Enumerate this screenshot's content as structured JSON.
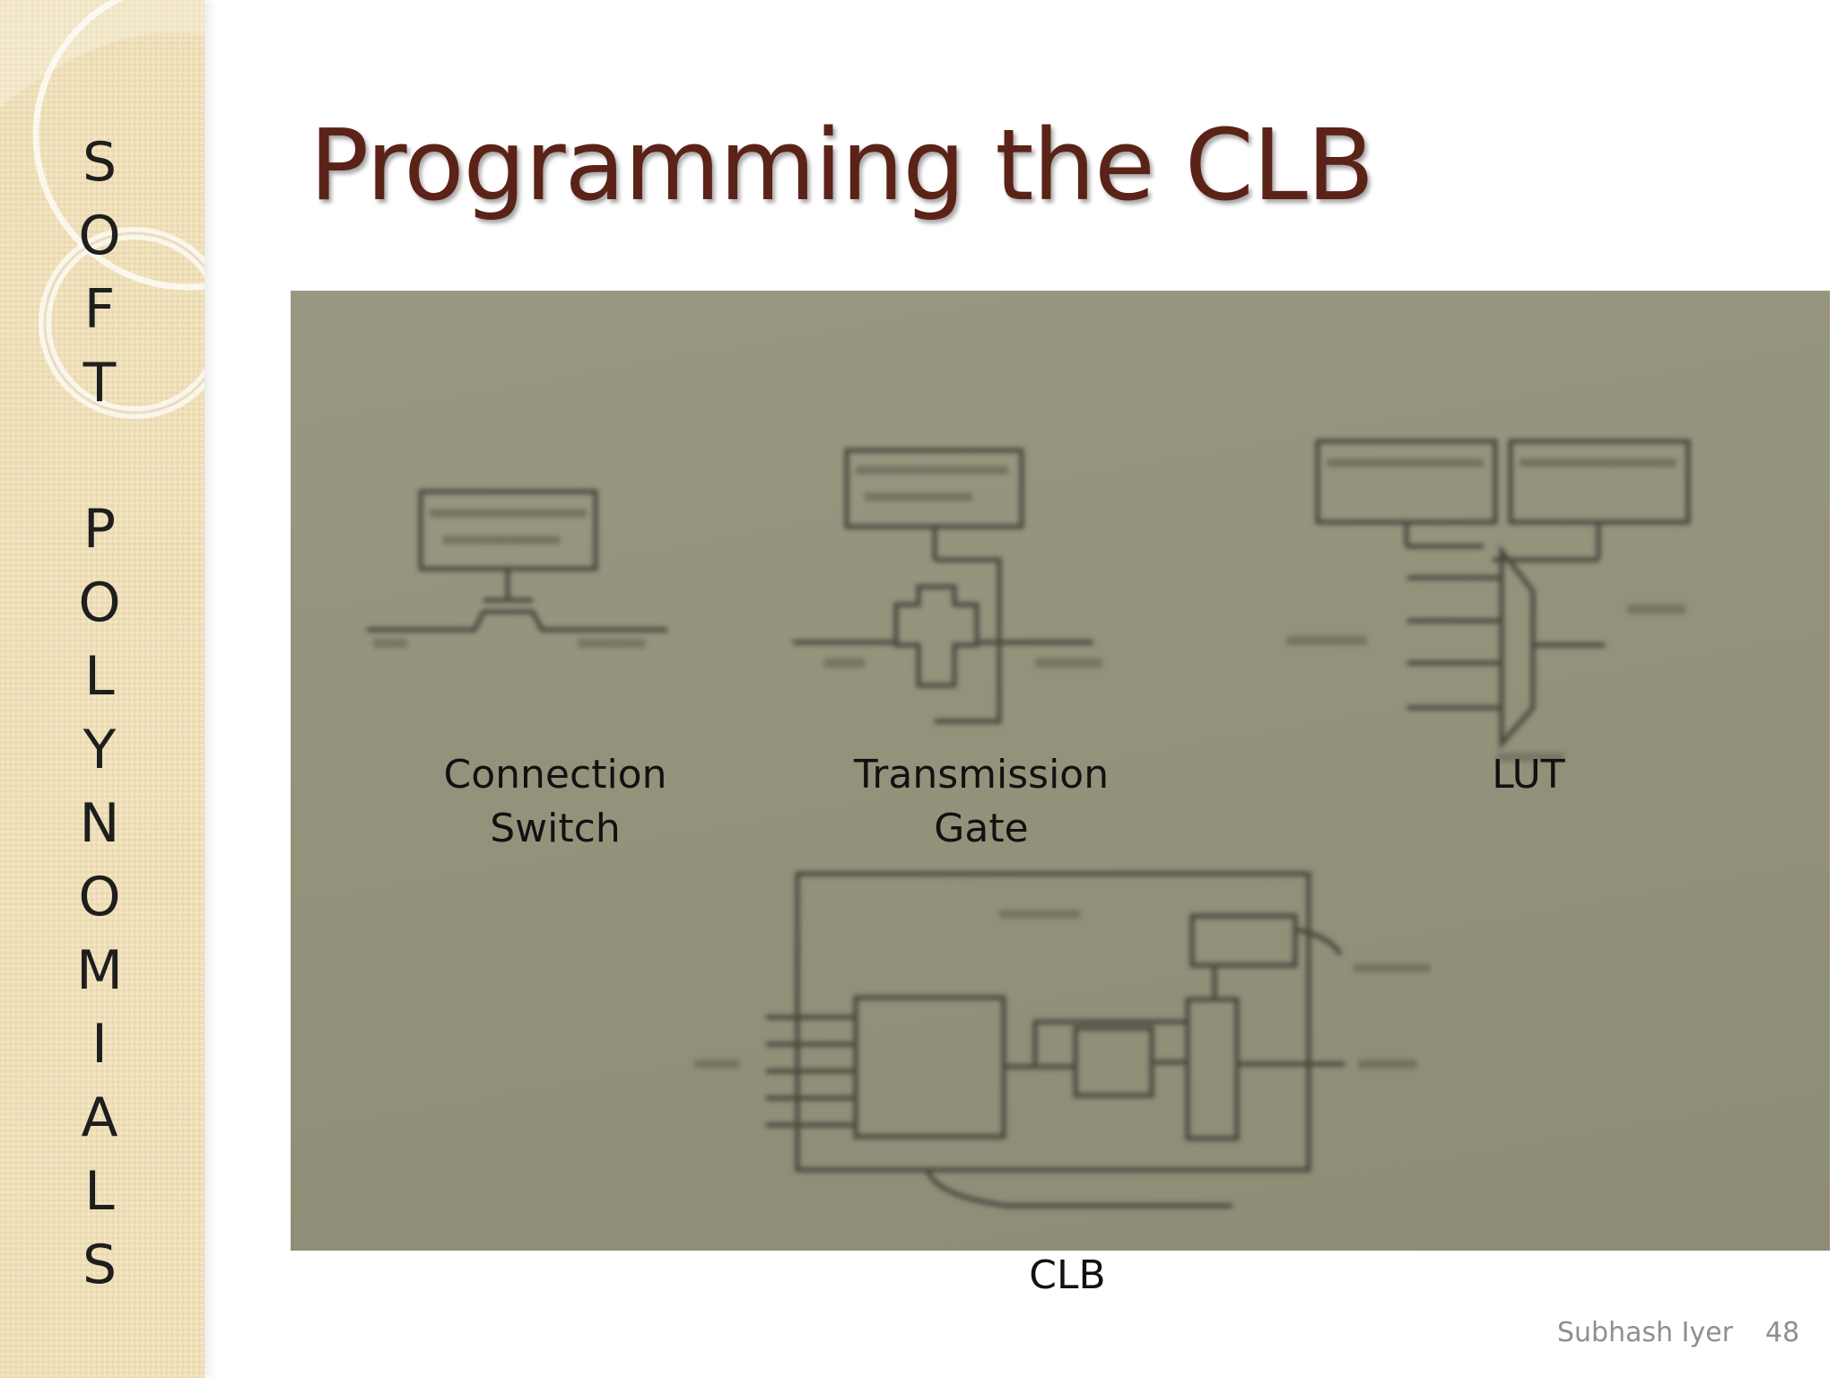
{
  "title": "Programming the CLB",
  "sidebar": {
    "letters": [
      "S",
      "O",
      "F",
      "T",
      "P",
      "O",
      "L",
      "Y",
      "N",
      "O",
      "M",
      "I",
      "A",
      "L",
      "S"
    ]
  },
  "captions": {
    "connection_switch": [
      "Connection",
      "Switch"
    ],
    "transmission_gate": [
      "Transmission",
      "Gate"
    ],
    "lut": "LUT",
    "clb": "CLB"
  },
  "footer": {
    "author": "Subhash Iyer",
    "page": "48"
  }
}
